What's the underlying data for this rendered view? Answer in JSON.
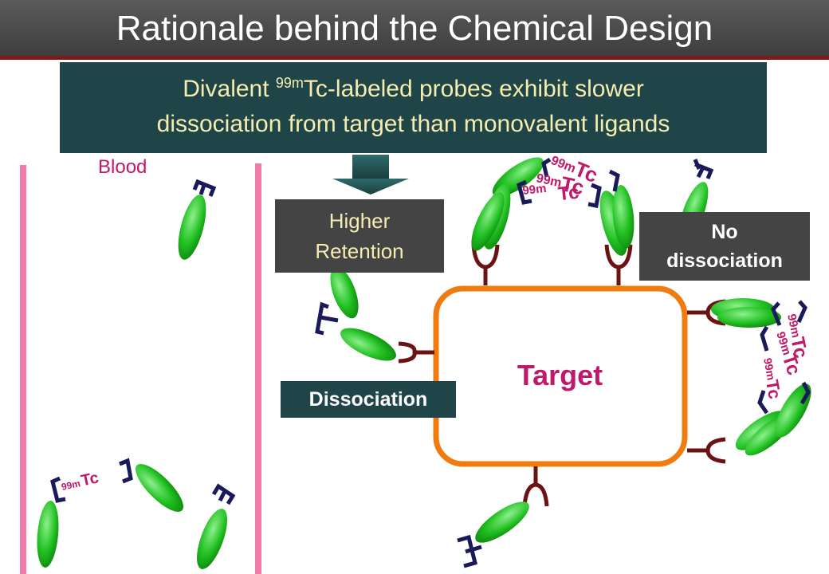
{
  "slide": {
    "title": "Rationale behind the Chemical Design",
    "banner_line1_pre": "Divalent ",
    "banner_sup": "99m",
    "banner_line1_post": "Tc-labeled probes exhibit slower",
    "banner_line2": "dissociation from target than monovalent ligands"
  },
  "labels": {
    "higher_line1": "Higher",
    "higher_line2": "Retention",
    "no_line1": "No",
    "no_line2": "dissociation",
    "dissociation": "Dissociation",
    "blood": "Blood",
    "target": "Target"
  },
  "tc": {
    "sup": "99m",
    "sym": "Tc"
  },
  "colors": {
    "title_bar": "#4a4a4a",
    "banner": "#1f4548",
    "banner_text": "#f5ecb0",
    "target_border": "#f07c10",
    "membrane": "#f07aa8",
    "ligand": "#22c022",
    "tc_label": "#c0186a",
    "bracket": "#1a1a5a",
    "receptor": "#6b1212"
  }
}
